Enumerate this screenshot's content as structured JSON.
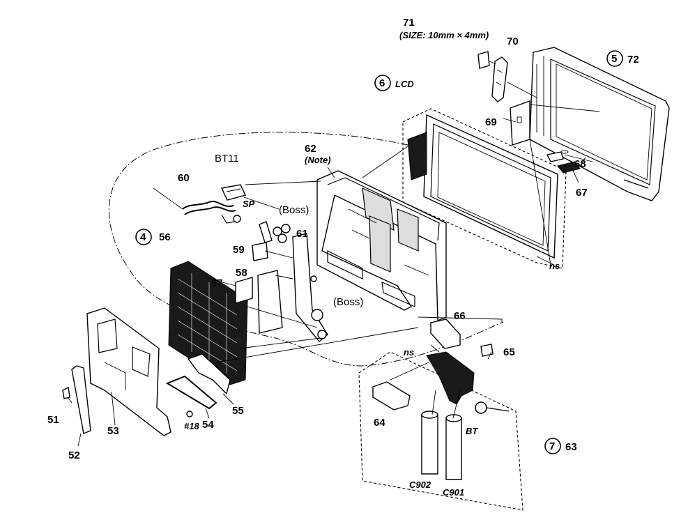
{
  "labels": {
    "p71": "71",
    "size_note": "(SIZE: 10mm × 4mm)",
    "p70": "70",
    "c5": "5",
    "p72": "72",
    "c6": "6",
    "lcd": "LCD",
    "p69": "69",
    "p68a": "68",
    "p67": "67",
    "p62": "62",
    "note": "(Note)",
    "bt11": "BT11",
    "p60": "60",
    "sp": "SP",
    "boss1": "(Boss)",
    "p61": "61",
    "c4": "4",
    "p56": "56",
    "p59": "59",
    "p58": "58",
    "p57": "57",
    "boss2": "(Boss)",
    "ns1": "ns",
    "p66": "66",
    "p65": "65",
    "ns2": "ns",
    "p51": "51",
    "p52": "52",
    "p53": "53",
    "p54": "54",
    "p55": "55",
    "p18": "#18",
    "p64": "64",
    "bt": "BT",
    "c7": "7",
    "p63": "63",
    "c902": "C902",
    "c901": "C901"
  }
}
